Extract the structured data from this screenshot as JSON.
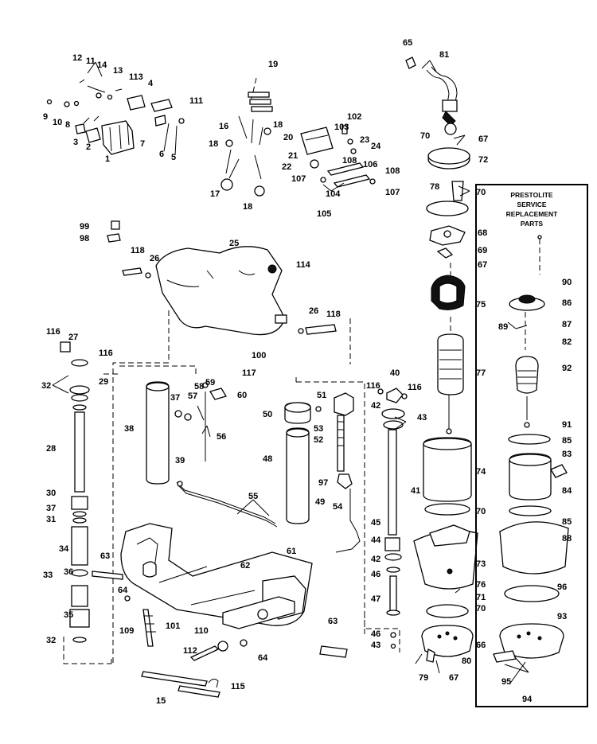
{
  "inset": {
    "title_lines": [
      "PRESTOLITE",
      "SERVICE",
      "REPLACEMENT",
      "PARTS"
    ]
  },
  "callouts": [
    "12",
    "11",
    "14",
    "13",
    "113",
    "4",
    "9",
    "10",
    "8",
    "3",
    "2",
    "1",
    "7",
    "6",
    "5",
    "111",
    "19",
    "16",
    "18",
    "18",
    "17",
    "18",
    "20",
    "102",
    "103",
    "23",
    "24",
    "21",
    "22",
    "108",
    "106",
    "108",
    "107",
    "104",
    "107",
    "105",
    "65",
    "81",
    "70",
    "67",
    "72",
    "78",
    "70",
    "68",
    "69",
    "67",
    "75",
    "77",
    "74",
    "70",
    "73",
    "76",
    "71",
    "70",
    "66",
    "80",
    "79",
    "67",
    "90",
    "86",
    "89",
    "87",
    "82",
    "92",
    "91",
    "85",
    "83",
    "84",
    "85",
    "88",
    "96",
    "93",
    "95",
    "94",
    "99",
    "98",
    "118",
    "26",
    "25",
    "114",
    "26",
    "118",
    "116",
    "27",
    "116",
    "32",
    "29",
    "28",
    "30",
    "37",
    "31",
    "34",
    "33",
    "36",
    "35",
    "32",
    "100",
    "117",
    "37",
    "57",
    "58",
    "59",
    "60",
    "38",
    "56",
    "39",
    "55",
    "51",
    "116",
    "40",
    "116",
    "50",
    "53",
    "52",
    "42",
    "43",
    "48",
    "97",
    "41",
    "49",
    "54",
    "45",
    "44",
    "42",
    "46",
    "47",
    "46",
    "43",
    "63",
    "64",
    "62",
    "61",
    "109",
    "101",
    "110",
    "112",
    "64",
    "63",
    "15",
    "115"
  ]
}
